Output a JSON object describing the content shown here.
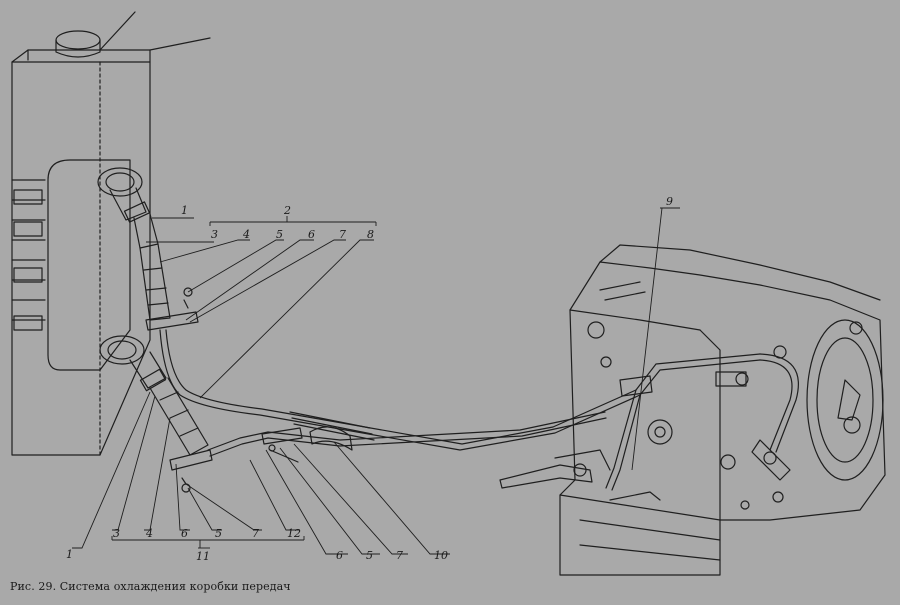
{
  "caption": "Рис. 29. Система охлаждения коробки передач",
  "labels": {
    "l1_top": "1",
    "l2_top": "2",
    "l3_top": "3",
    "l4_top": "4",
    "l5_top": "5",
    "l6_top": "6",
    "l7_top": "7",
    "l8_top": "8",
    "l9": "9",
    "l1_bot": "1",
    "l3_bot": "3",
    "l4_bot": "4",
    "l6_bot": "6",
    "l5_bot": "5",
    "l7_bot": "7",
    "l12": "12",
    "l11": "11",
    "l6_mid": "6",
    "l5_mid": "5",
    "l7_mid": "7",
    "l10": "10"
  }
}
